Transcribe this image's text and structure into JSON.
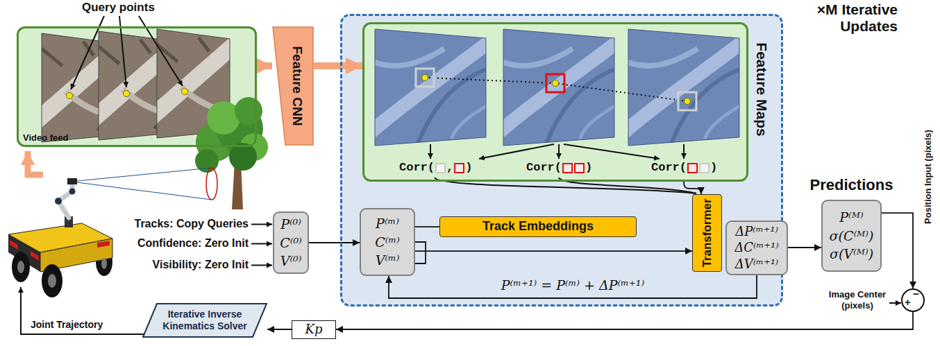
{
  "diagram": {
    "nodes": [
      {
        "text": [
          "Video feed"
        ]
      },
      {
        "text": [
          "Feature CNN"
        ]
      },
      {
        "text": [
          "×M Iterative Updates"
        ]
      },
      {
        "text": [
          "Feature Maps"
        ],
        "in": 2
      },
      {
        "text": [
          "P⁽⁰⁾",
          "C⁽⁰⁾",
          "V⁽⁰⁾"
        ]
      },
      {
        "text": [
          "P⁽ᵐ⁾",
          "C⁽ᵐ⁾",
          "V⁽ᵐ⁾"
        ],
        "in": 2
      },
      {
        "text": [
          "Track Embeddings"
        ],
        "in": 2
      },
      {
        "text": [
          "Transformer"
        ],
        "in": 2
      },
      {
        "text": [
          "ΔP⁽ᵐ⁺¹⁾",
          "ΔC⁽ᵐ⁺¹⁾",
          "ΔV⁽ᵐ⁺¹⁾"
        ],
        "in": 2
      },
      {
        "text": [
          "Predictions",
          "P⁽ᴹ⁾",
          "σ(C⁽ᴹ⁾)",
          "σ(V⁽ᴹ⁾)"
        ]
      },
      {
        "text": [
          "−",
          "+"
        ]
      },
      {
        "text": [
          "Kp"
        ]
      },
      {
        "text": [
          "Iterative Inverse Kinematics Solver"
        ]
      }
    ],
    "edges": [
      {
        "from": 0,
        "to": 1,
        "arrow": "to"
      },
      {
        "from": 1,
        "to": 3,
        "arrow": "to"
      },
      {
        "from": 3,
        "to": 7,
        "arrow": "to"
      },
      {
        "from": 4,
        "to": 5,
        "arrow": "to"
      },
      {
        "from": 5,
        "to": 6,
        "arrow": "none"
      },
      {
        "from": 5,
        "to": 7,
        "arrow": "to"
      },
      {
        "from": 8,
        "to": 5,
        "label": "P⁽ᵐ⁺¹⁾ = P⁽ᵐ⁾ + ΔP⁽ᵐ⁺¹⁾",
        "arrow": "to"
      },
      {
        "from": 8,
        "to": 9,
        "arrow": "to"
      },
      {
        "from": 9,
        "to": 10,
        "arrow": "to"
      },
      {
        "from": 10,
        "to": 11,
        "arrow": "to"
      },
      {
        "from": 11,
        "to": 12,
        "arrow": "to"
      }
    ],
    "labels": [
      "Query points",
      "Corr(",
      ",",
      ")",
      "Corr(",
      ")",
      "Corr(",
      ")",
      "Tracks: Copy Queries",
      "Confidence: Zero Init",
      "Visibility: Zero Init",
      "Position Input (pixels)",
      "Image Center (pixels)",
      "Joint Trajectory"
    ]
  }
}
